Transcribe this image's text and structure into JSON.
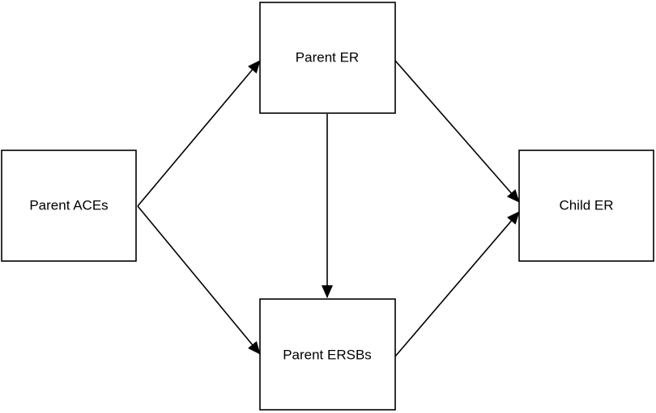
{
  "nodes": {
    "parent_aces": {
      "label": "Parent ACEs"
    },
    "parent_er": {
      "label": "Parent ER"
    },
    "parent_ersbs": {
      "label": "Parent ERSBs"
    },
    "child_er": {
      "label": "Child ER"
    }
  },
  "edges": [
    {
      "from": "parent_aces",
      "to": "parent_er"
    },
    {
      "from": "parent_aces",
      "to": "parent_ersbs"
    },
    {
      "from": "parent_er",
      "to": "parent_ersbs"
    },
    {
      "from": "parent_er",
      "to": "child_er"
    },
    {
      "from": "parent_ersbs",
      "to": "child_er"
    }
  ],
  "colors": {
    "stroke": "#000000",
    "background": "#ffffff"
  }
}
